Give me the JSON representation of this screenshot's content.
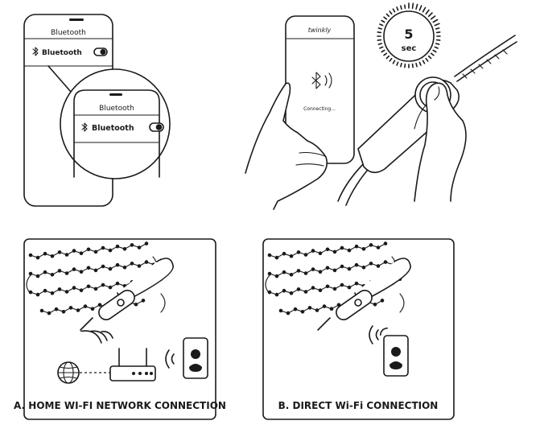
{
  "panel_phone": {
    "header_title": "Bluetooth",
    "setting_label": "Bluetooth",
    "zoom_header_title": "Bluetooth",
    "zoom_setting_label": "Bluetooth",
    "toggle_state": "on"
  },
  "panel_connect": {
    "brand": "twinkly",
    "status_text": "Connecting...",
    "timer_value": "5",
    "timer_unit": "sec"
  },
  "panel_a": {
    "caption": "A. HOME WI-FI NETWORK CONNECTION"
  },
  "panel_b": {
    "caption": "B. DIRECT Wi-Fi CONNECTION"
  },
  "colors": {
    "ink": "#1a1a1a",
    "background": "#ffffff"
  }
}
